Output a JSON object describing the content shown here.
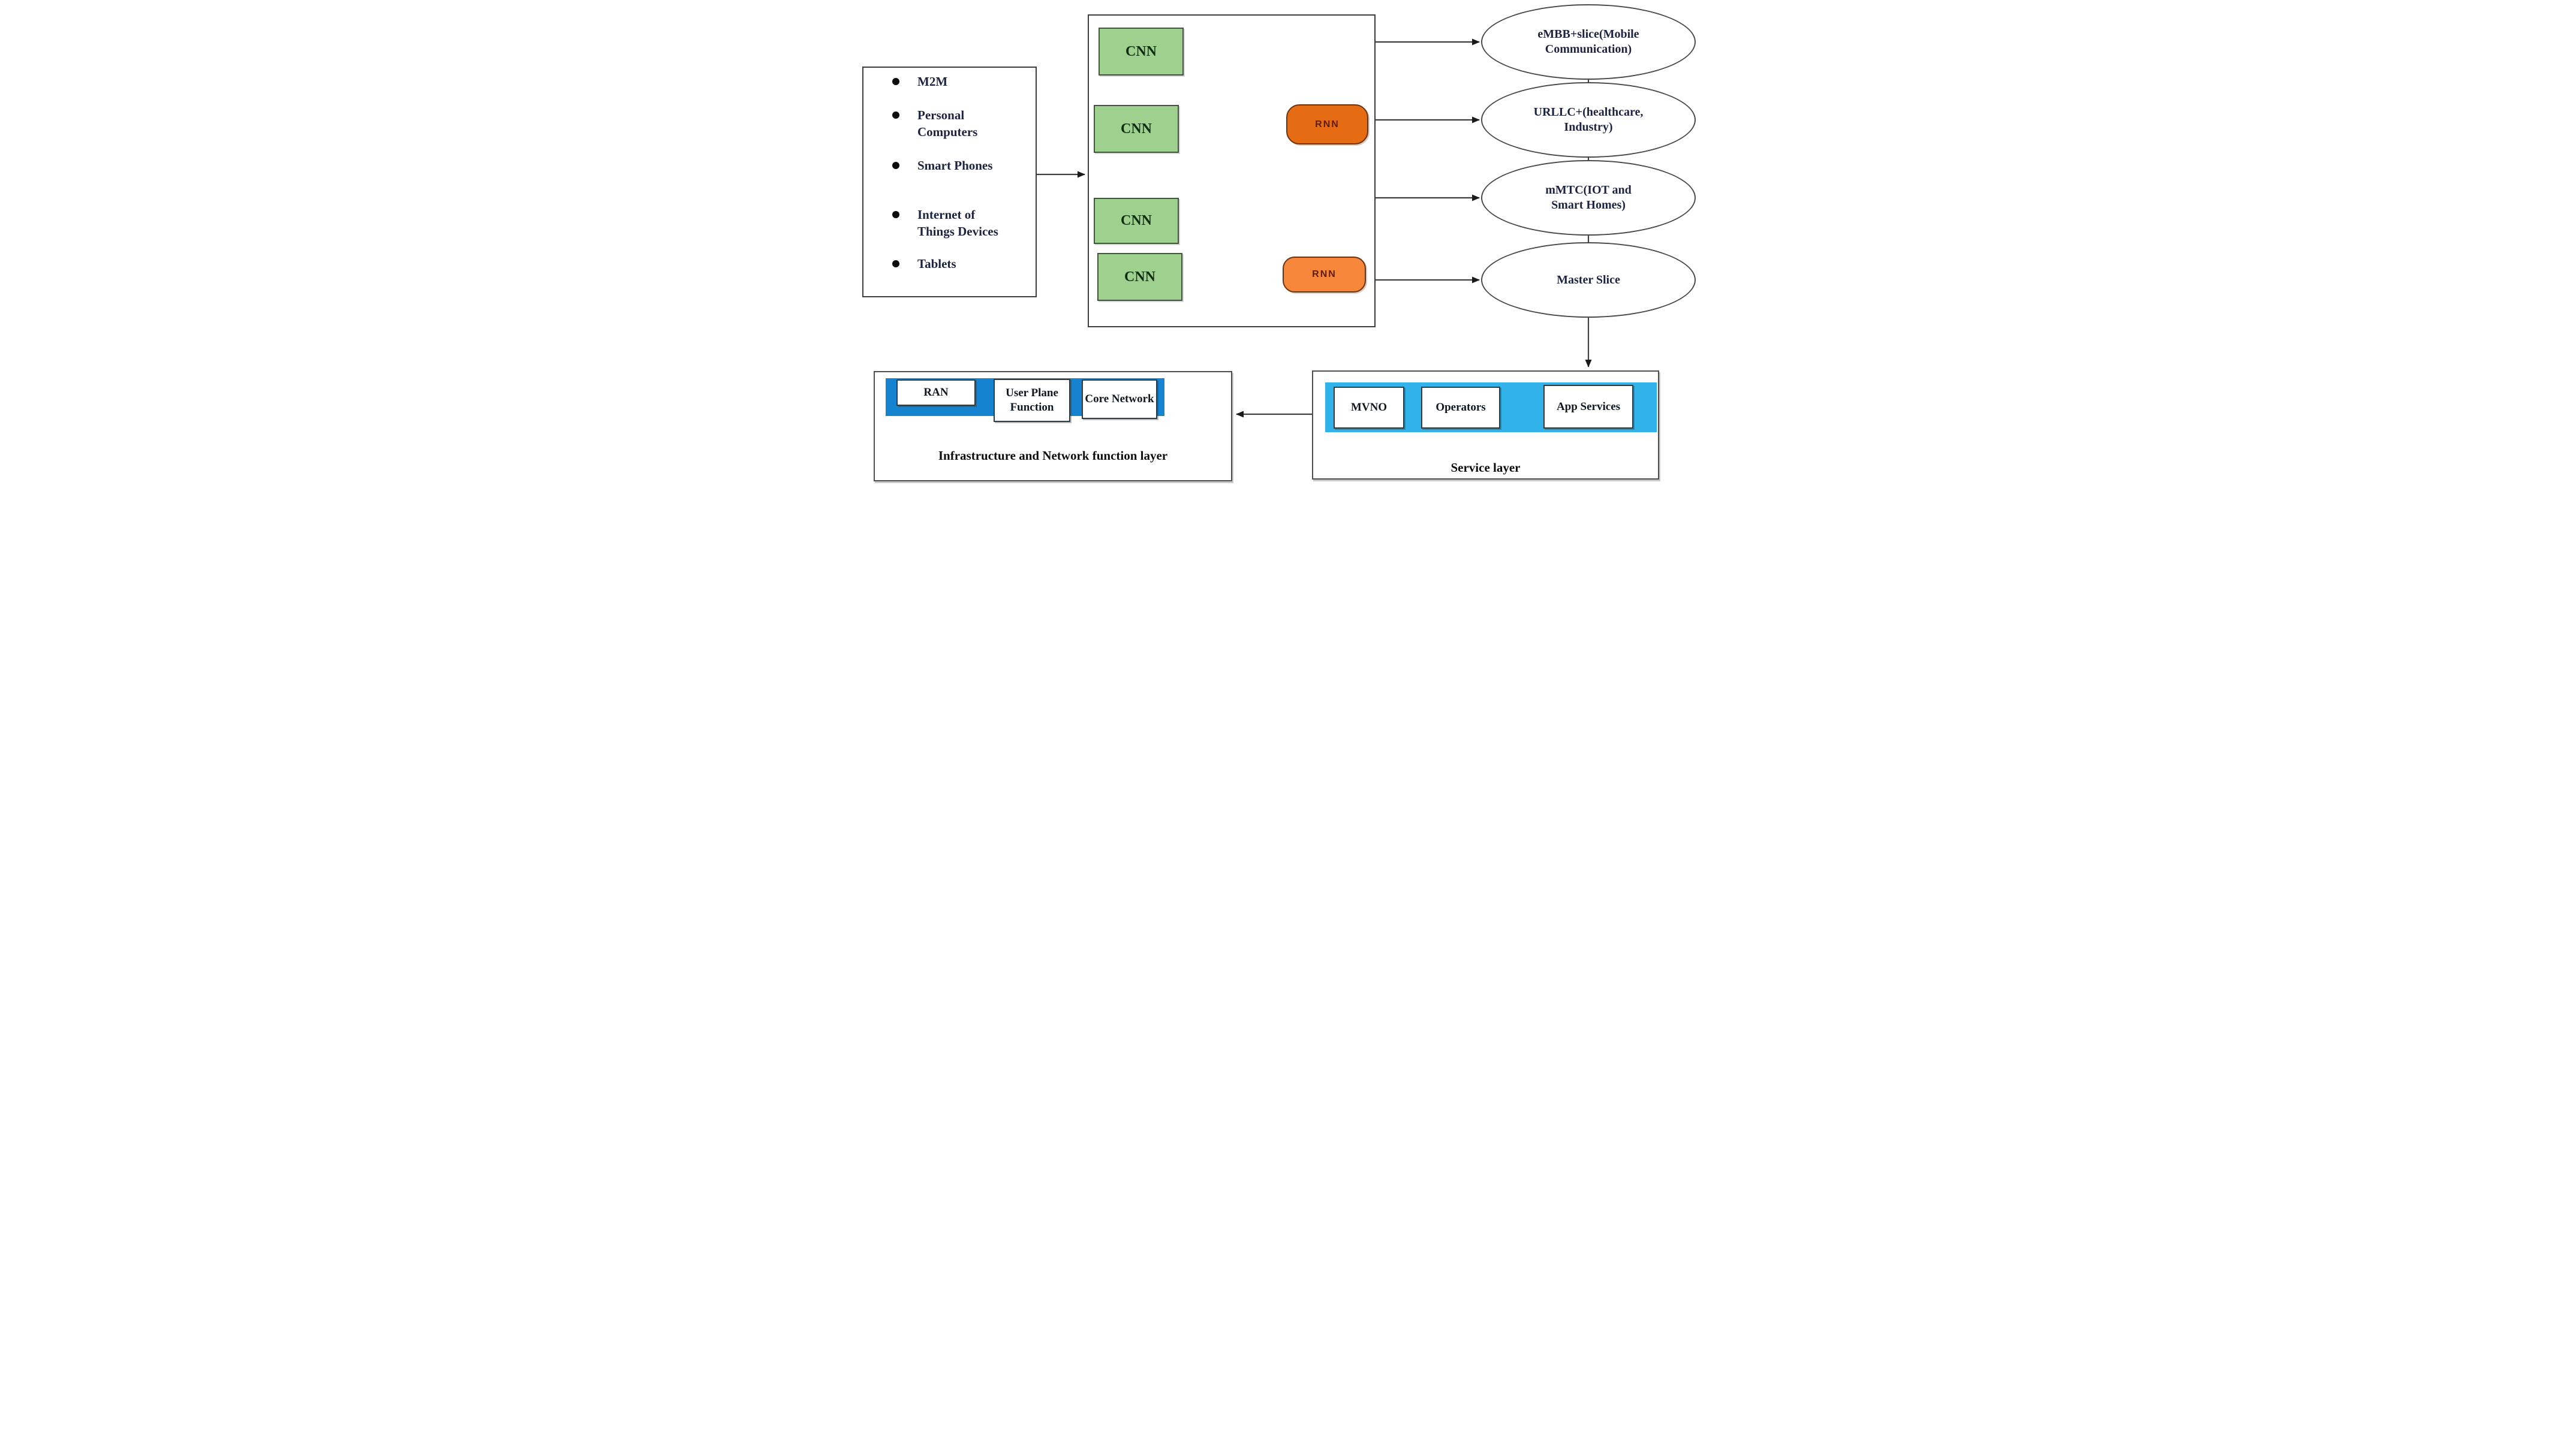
{
  "devices_panel": {
    "items": [
      "M2M",
      "Personal Computers",
      "Smart Phones",
      "Internet of Things Devices",
      "Tablets"
    ]
  },
  "ml_box": {
    "cnn": [
      "CNN",
      "CNN",
      "CNN",
      "CNN"
    ],
    "rnn": [
      "RNN",
      "RNN"
    ]
  },
  "slices": [
    {
      "line1": "eMBB+slice(Mobile",
      "line2": "Communication)"
    },
    {
      "line1": "URLLC+(healthcare,",
      "line2": "Industry)"
    },
    {
      "line1": "mMTC(IOT and",
      "line2": "Smart Homes)"
    },
    {
      "line1": "Master Slice",
      "line2": ""
    }
  ],
  "infrastructure_layer": {
    "caption": "Infrastructure and Network function layer",
    "nodes": [
      "RAN",
      "User Plane Function",
      "Core Network"
    ]
  },
  "service_layer": {
    "caption": "Service layer",
    "nodes": [
      "MVNO",
      "Operators",
      "App Services"
    ]
  },
  "colors": {
    "line": "#3f3f3f",
    "text": "#1c2340",
    "cnn-fill": "#9fd18e",
    "cnn-border": "#44523f",
    "cnn-text": "#0f2d10",
    "rnn1-fill": "#e56c13",
    "rnn2-fill": "#f6873a",
    "rnn-border": "#6b3410",
    "rnn-text": "#5f1c08",
    "infra-bar": "#1583d0",
    "service-bar": "#31b2e9"
  }
}
